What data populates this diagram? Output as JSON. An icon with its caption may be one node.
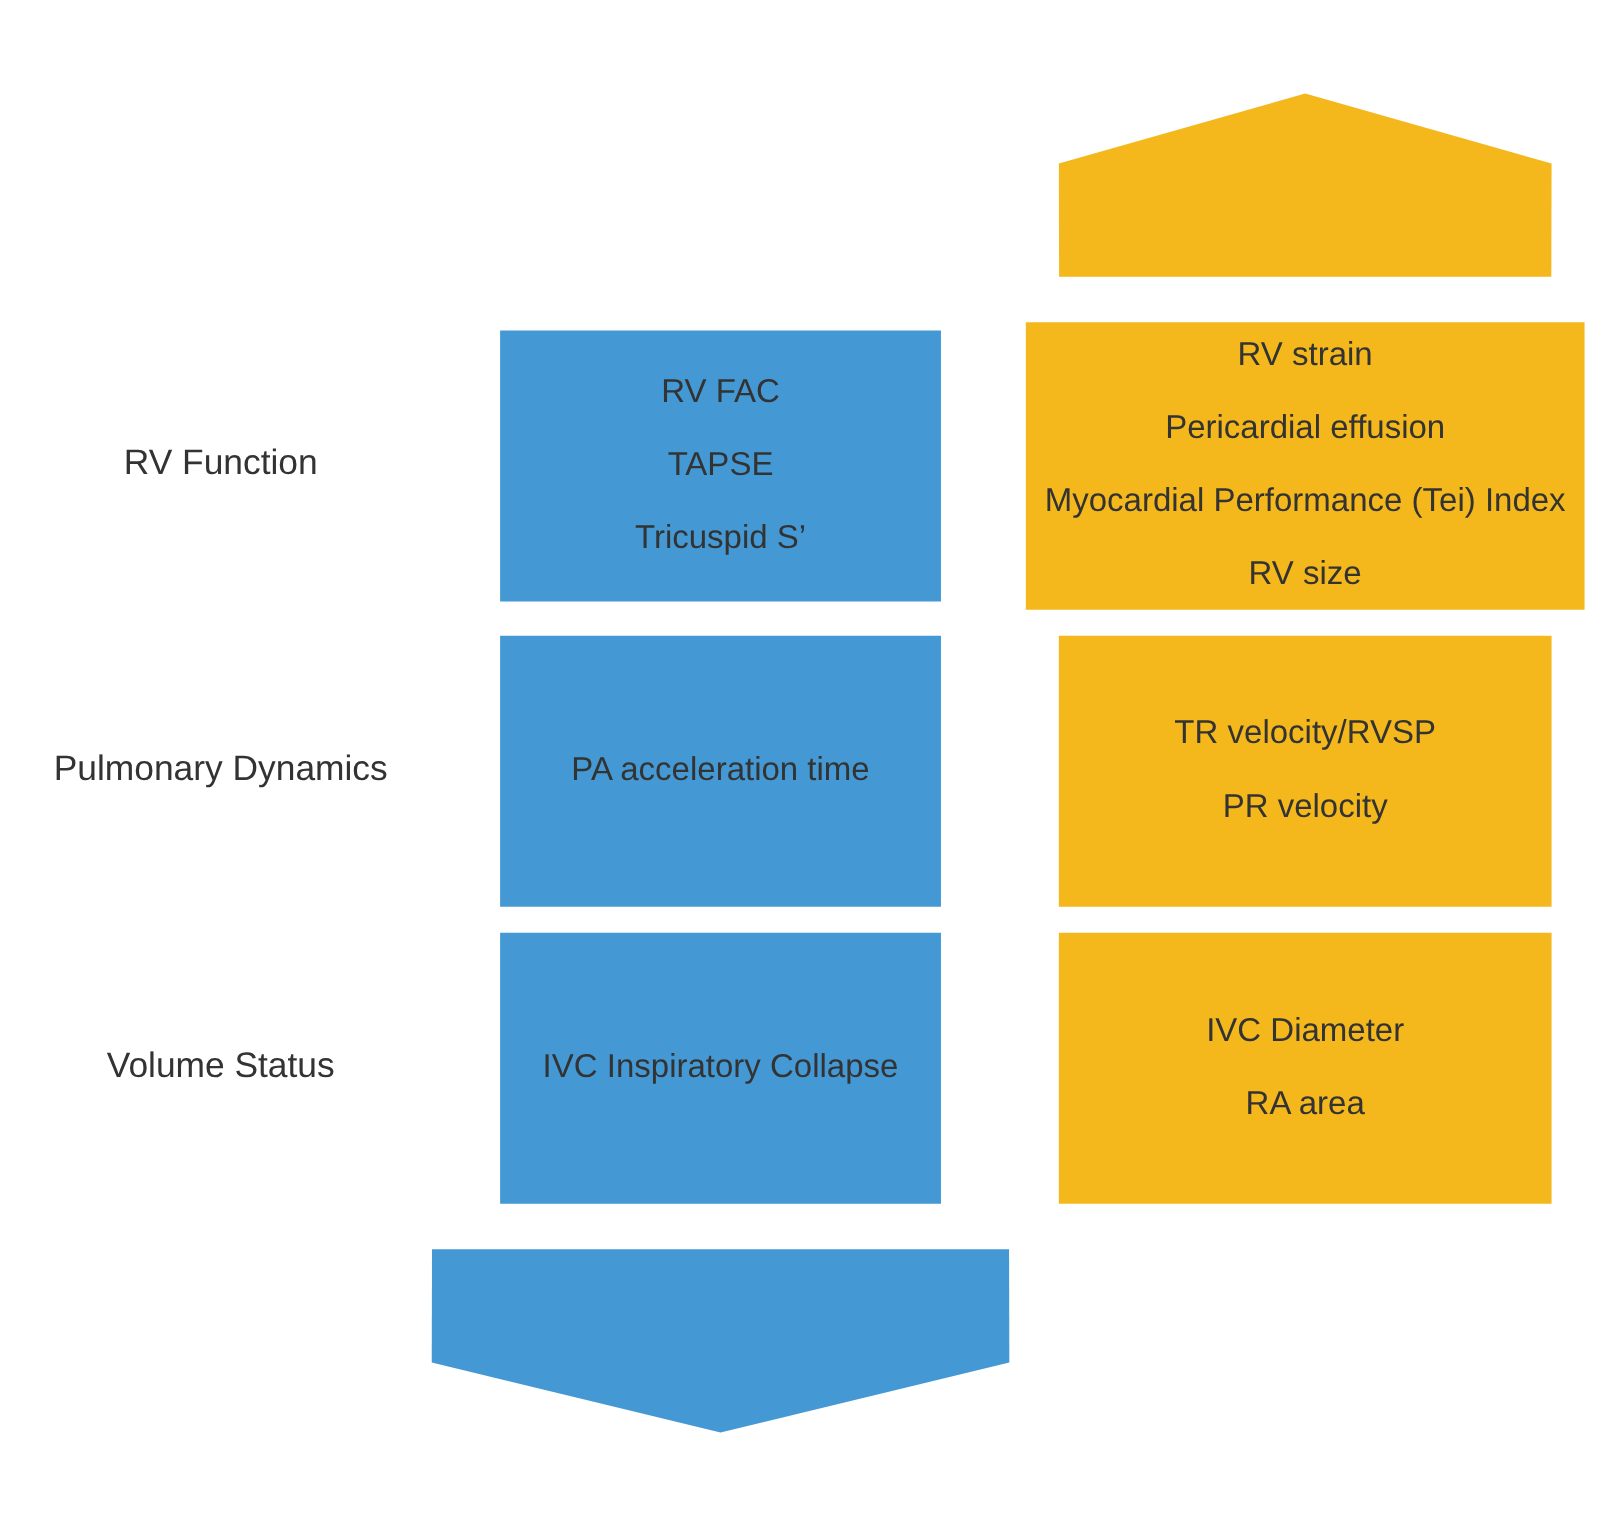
{
  "diagram": {
    "nodes": [
      {
        "text": [],
        "shape": "arrow"
      },
      {
        "text": [
          "RV FAC",
          "TAPSE",
          "Tricuspid S’"
        ]
      },
      {
        "text": [
          "RV strain",
          "Pericardial effusion",
          "Myocardial Performance (Tei) Index",
          "RV size"
        ]
      },
      {
        "text": [
          "PA acceleration time"
        ]
      },
      {
        "text": [
          "TR velocity/RVSP",
          "PR velocity"
        ]
      },
      {
        "text": [
          "IVC Inspiratory Collapse"
        ]
      },
      {
        "text": [
          "IVC Diameter",
          "RA area"
        ]
      },
      {
        "text": [],
        "shape": "arrow"
      }
    ],
    "labels": [
      "RV Function",
      "Pulmonary Dynamics",
      "Volume Status"
    ]
  }
}
